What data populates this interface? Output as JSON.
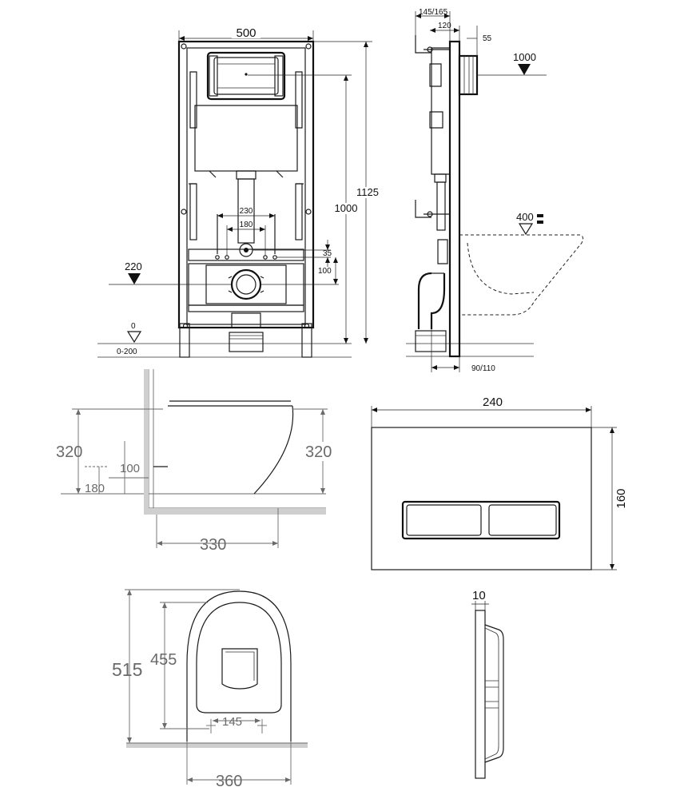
{
  "frame_front": {
    "width": "500",
    "height_total": "1125",
    "height_flush": "1000",
    "width_230": "230",
    "width_180": "180",
    "offset_35": "35",
    "offset_100": "100",
    "level_220": "220",
    "level_0": "0",
    "level_range": "0-200"
  },
  "frame_side": {
    "depth_range": "145/165",
    "depth_120": "120",
    "depth_55": "55",
    "level_1000": "1000",
    "level_400": "400",
    "outlet": "90/110"
  },
  "bowl_side": {
    "height_left": "320",
    "height_right": "320",
    "h100": "100",
    "h180": "180",
    "length": "330"
  },
  "plate_front": {
    "width": "240",
    "height": "160"
  },
  "bowl_top": {
    "length_outer": "515",
    "length_inner": "455",
    "bolt_spacing": "145",
    "width": "360"
  },
  "plate_side": {
    "thickness": "10"
  }
}
